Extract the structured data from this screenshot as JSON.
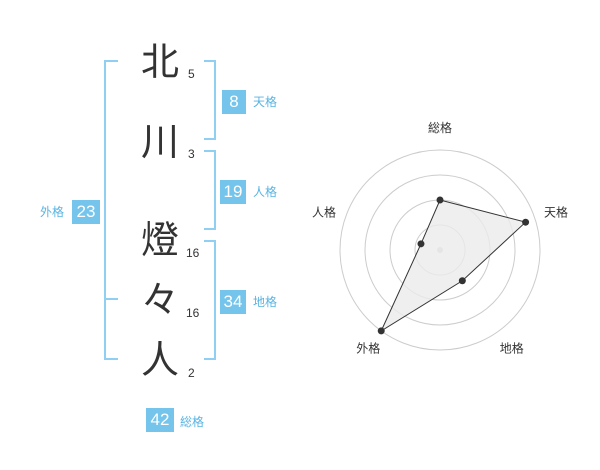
{
  "name_chars": [
    {
      "char": "北",
      "strokes": "5"
    },
    {
      "char": "川",
      "strokes": "3"
    },
    {
      "char": "燈",
      "strokes": "16"
    },
    {
      "char": "々",
      "strokes": "16"
    },
    {
      "char": "人",
      "strokes": "2"
    }
  ],
  "kakusu": {
    "tenkaku": {
      "value": "8",
      "label": "天格"
    },
    "jinkaku": {
      "value": "19",
      "label": "人格"
    },
    "chikaku": {
      "value": "34",
      "label": "地格"
    },
    "gaikaku": {
      "value": "23",
      "label": "外格"
    },
    "soukaku": {
      "value": "42",
      "label": "総格"
    }
  },
  "colors": {
    "badge": "#74c4ec",
    "bracket": "#8fd0f2",
    "label": "#58b4e3",
    "text": "#333333",
    "radar_grid": "#cccccc",
    "radar_fill": "#ebebeb",
    "radar_line": "#333333"
  },
  "chart_data": {
    "type": "radar",
    "categories": [
      "総格",
      "天格",
      "地格",
      "外格",
      "人格"
    ],
    "values": [
      0.5,
      0.9,
      0.38,
      1.0,
      0.2
    ],
    "max": 1.0,
    "rings": 4
  }
}
